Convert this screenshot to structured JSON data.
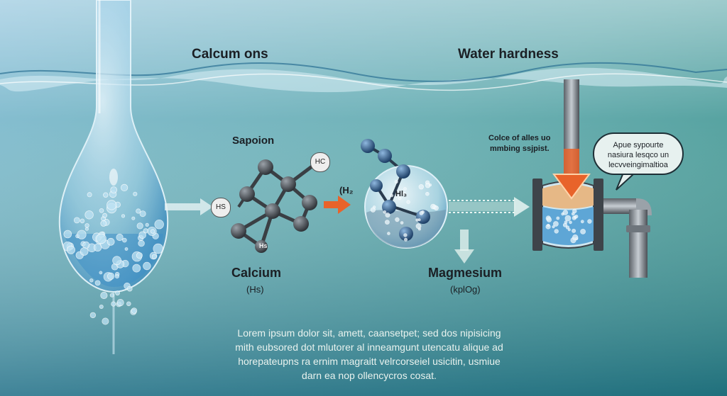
{
  "titles": {
    "left": "Calcum ons",
    "right": "Water hardness"
  },
  "labels": {
    "sapoion": "Sapoion",
    "hc": "HC",
    "hs": "HS",
    "hs_small": "Hs",
    "h2": "(H₂",
    "h3": "Hl₃",
    "calcium": "Calcium",
    "calcium_sub": "(Hs)",
    "magnesium": "Magmesium",
    "magnesium_sub": "(kplOg)",
    "note_line1": "Colce of alles uo",
    "note_line2": "mmbing ssjpist."
  },
  "bubble": {
    "line1": "Apue sypourte",
    "line2": "nasiura lesqco un",
    "line3": "lecvveingimaltioa"
  },
  "body_text": {
    "line1": "Lorem ipsum dolor sit, amett, caansetpet; sed dos nipisicing",
    "line2": "mith eubsored dot mlutorer al inneamgunt utencatu alique ad",
    "line3": "horepateupns ra ernim magraitt velrcorseiel usicitin, usmiue",
    "line4": "darn ea nop ollencycros cosat."
  },
  "colors": {
    "accent_arrow": "#e8632a",
    "molecule": "#4a4f55",
    "ion": "#2f5f8f",
    "water": "#5ea6d6"
  }
}
